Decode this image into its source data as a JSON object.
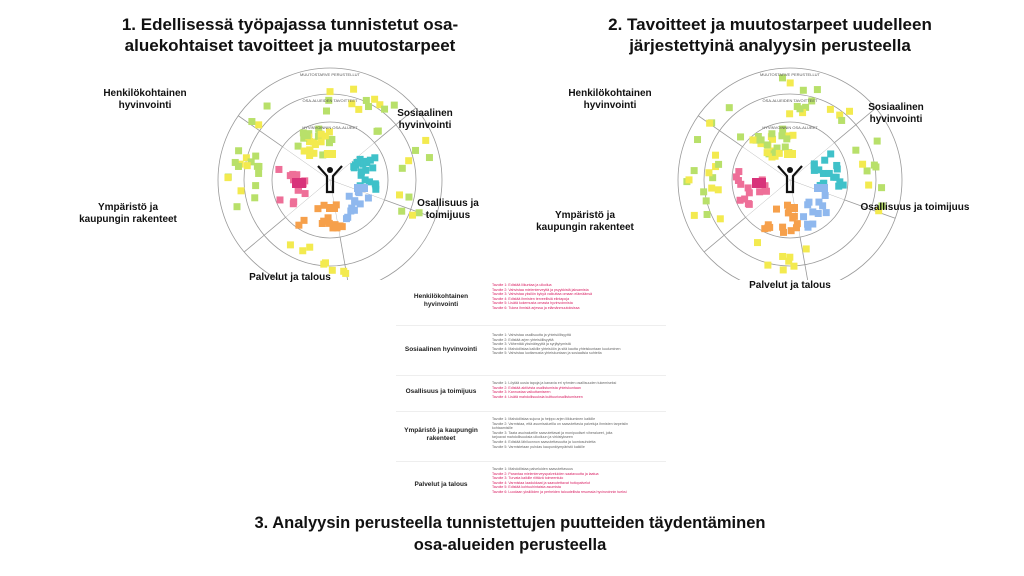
{
  "titles": {
    "t1": "1. Edellisessä työpajassa tunnistetut osa-aluekohtaiset tavoitteet ja muutostarpeet",
    "t2": "2. Tavoitteet ja muutostarpeet uudelleen järjestettyinä analyysin perusteella",
    "t3": "3. Analyysin perusteella tunnistettujen puutteiden täydentäminen osa-alueiden perusteella"
  },
  "diagram": {
    "ring_labels": [
      "MUUTOSTARVE PERUSTELLUT",
      "OSA-ALUEIDEN TAVOITTEET",
      "HYVINVOINNIN OSA-ALUEET"
    ],
    "sectors": [
      "Henkilökohtainen hyvinvointi",
      "Sosiaalinen hyvinvointi",
      "Osallisuus ja toimijuus",
      "Palvelut ja talous",
      "Ympäristö ja kaupungin rakenteet"
    ]
  },
  "colors": {
    "yellow": "#f3ea4f",
    "green": "#b8e06a",
    "teal": "#3fc1c9",
    "blue": "#8fb8ee",
    "pink": "#ee6f98",
    "orange": "#f6a04b",
    "magenta": "#d8337a",
    "goal_pink": "#d81b60",
    "goal_grey": "#666666"
  },
  "table": {
    "rows": [
      {
        "category": "Henkilökohtainen hyvinvointi",
        "goals": [
          {
            "text": "Tavoite 1: Edistää liikuntaa ja ulkoilua",
            "color": "pink"
          },
          {
            "text": "Tavoite 2: Vahvistaa mielenterveyttä ja psyykkistä jaksamista",
            "color": "pink"
          },
          {
            "text": "Tavoite 3: Vahvistaa yksilön kykyä vaikuttaa omaan elämäänsä",
            "color": "pink"
          },
          {
            "text": "Tavoite 4: Edistää ihmisten terveellisiä elintapoja",
            "color": "pink"
          },
          {
            "text": "Tavoite 5: Lisätä kokemusta omasta hyvinvoinnista",
            "color": "pink"
          },
          {
            "text": "Tavoite 6: Tukea ihmisiä arjessa ja elämänmuutoksissa",
            "color": "pink"
          }
        ]
      },
      {
        "category": "Sosiaalinen hyvinvointi",
        "goals": [
          {
            "text": "Tavoite 1: Vahvistaa osallisuutta ja yhteisöllisyyttä",
            "color": "grey"
          },
          {
            "text": "Tavoite 2: Edistää arjen yhteisöllisyyttä",
            "color": "grey"
          },
          {
            "text": "Tavoite 3: Vähentää yksinäisyyttä ja syrjäytymistä",
            "color": "grey"
          },
          {
            "text": "Tavoite 4: Mahdollistaa kaikille yhteisöön ja sitä kautta yhteiskuntaan kuuluminen",
            "color": "grey"
          },
          {
            "text": "Tavoite 5: Vahvistaa luottamusta yhteiskuntaan ja sosiaalisia suhteita",
            "color": "grey"
          }
        ]
      },
      {
        "category": "Osallisuus ja toimijuus",
        "goals": [
          {
            "text": "Tavoite 1: Löytää uusia tapoja ja kanavia eri ryhmien osallisuuden tukemiseksi",
            "color": "grey"
          },
          {
            "text": "Tavoite 2: Edistää aktiivista osallistumista yhteiskuntaan",
            "color": "pink"
          },
          {
            "text": "Tavoite 3: Kannustaa vaikuttamiseen",
            "color": "pink"
          },
          {
            "text": "Tavoite 4: Lisätä mahdollisuuksia kulttuuriosallistumiseen",
            "color": "pink"
          }
        ]
      },
      {
        "category": "Ympäristö ja kaupungin rakenteet",
        "goals": [
          {
            "text": "Tavoite 1: Mahdollistaa sujuva ja helppo arjen liikkuminen kaikille",
            "color": "grey"
          },
          {
            "text": "Tavoite 2: Varmistaa, että asumisalueilla on saavutettavia palveluja ihmisten tarpeisiin",
            "color": "grey"
          },
          {
            "text": "kohtaamisille",
            "color": "grey"
          },
          {
            "text": "Tavoite 3: Taata asuinalueille saavutettavat ja monipuoliset viheralueet, joita",
            "color": "grey"
          },
          {
            "text": "tarjoavat mahdollisuuksia ulkoiluun ja virkistykseen",
            "color": "grey"
          },
          {
            "text": "Tavoite 4: Edistää lähiluonnon saavutettavuutta ja luontosuhdetta",
            "color": "grey"
          },
          {
            "text": "Tavoite 5: Varmistetaan puhdas kaupunkiympäristö kaikille",
            "color": "grey"
          }
        ]
      },
      {
        "category": "Palvelut ja talous",
        "goals": [
          {
            "text": "Tavoite 1: Mahdollistaa palveluiden saavutettavuus",
            "color": "grey"
          },
          {
            "text": "Tavoite 2: Parantaa mielenterveyspalveluiden saatavuutta ja laatua",
            "color": "pink"
          },
          {
            "text": "Tavoite 3: Turvata kaikille riittävä toimeentulo",
            "color": "pink"
          },
          {
            "text": "Tavoite 4: Varmistaa laadukkaat ja saavutettavat hoitopalvelut",
            "color": "pink"
          },
          {
            "text": "Tavoite 5: Edistää kohtuuhintaista asumista",
            "color": "pink"
          },
          {
            "text": "Tavoite 6: Luodaan yksilöiden ja perheiden taloudellista resurssia hyvinvoinnin tueksi",
            "color": "pink"
          }
        ]
      }
    ]
  }
}
